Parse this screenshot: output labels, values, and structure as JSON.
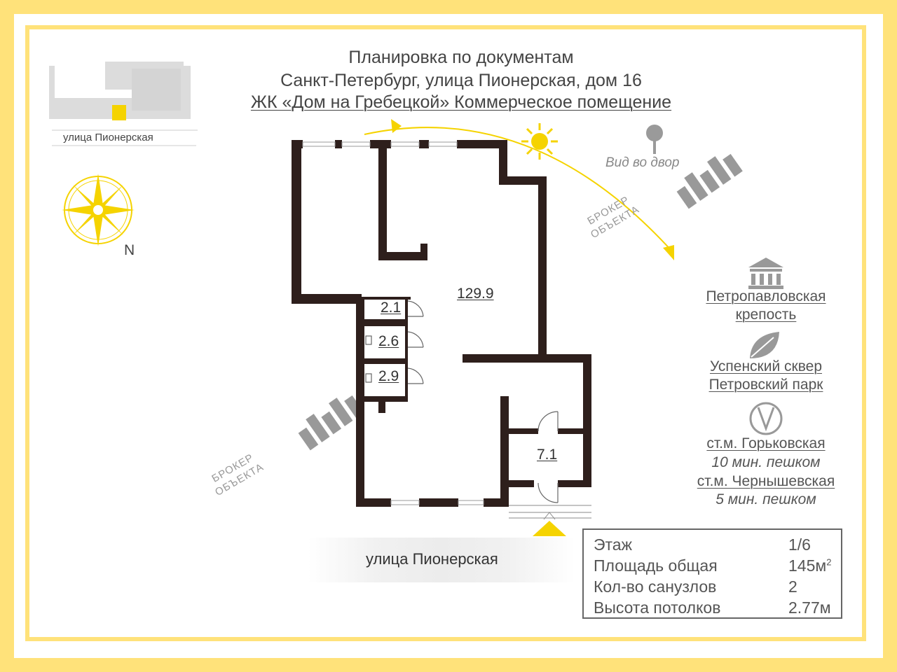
{
  "header": {
    "line1": "Планировка по документам",
    "line2": "Санкт-Петербург, улица Пионерская, дом 16",
    "line3": "ЖК «Дом на Гребецкой» Коммерческое помещение"
  },
  "location_map": {
    "street_label": "улица Пионерская"
  },
  "compass": {
    "north_label": "N"
  },
  "view": {
    "label": "Вид во двор"
  },
  "watermark": {
    "text_line1": "БРОКЕР",
    "text_line2": "ОБЪЕКТА"
  },
  "rooms": {
    "main": "129.9",
    "r1": "2.1",
    "r2": "2.6",
    "r3": "2.9",
    "r4": "7.1"
  },
  "street_bottom": {
    "label": "улица Пионерская"
  },
  "landmarks": {
    "fortress_line1": "Петропавловская",
    "fortress_line2": "крепость",
    "park_line1": "Успенский сквер",
    "park_line2": "Петровский парк",
    "metro1_name": "ст.м. Горьковская",
    "metro1_walk": "10 мин. пешком",
    "metro2_name": "ст.м. Чернышевская",
    "metro2_walk": "5 мин. пешком"
  },
  "info": {
    "floor_label": "Этаж",
    "floor_value": "1/6",
    "area_label": "Площадь общая",
    "area_value": "145м",
    "area_sup": "2",
    "bathrooms_label": "Кол-во санузлов",
    "bathrooms_value": "2",
    "ceiling_label": "Высота потолков",
    "ceiling_value": "2.77м"
  },
  "colors": {
    "frame": "#FFE27A",
    "wall": "#2E1F1C",
    "accent": "#F5D300"
  },
  "icons": [
    "compass-rose-icon",
    "sun-icon",
    "location-pin-icon",
    "museum-icon",
    "leaf-icon",
    "metro-icon",
    "entrance-arrow-icon"
  ]
}
